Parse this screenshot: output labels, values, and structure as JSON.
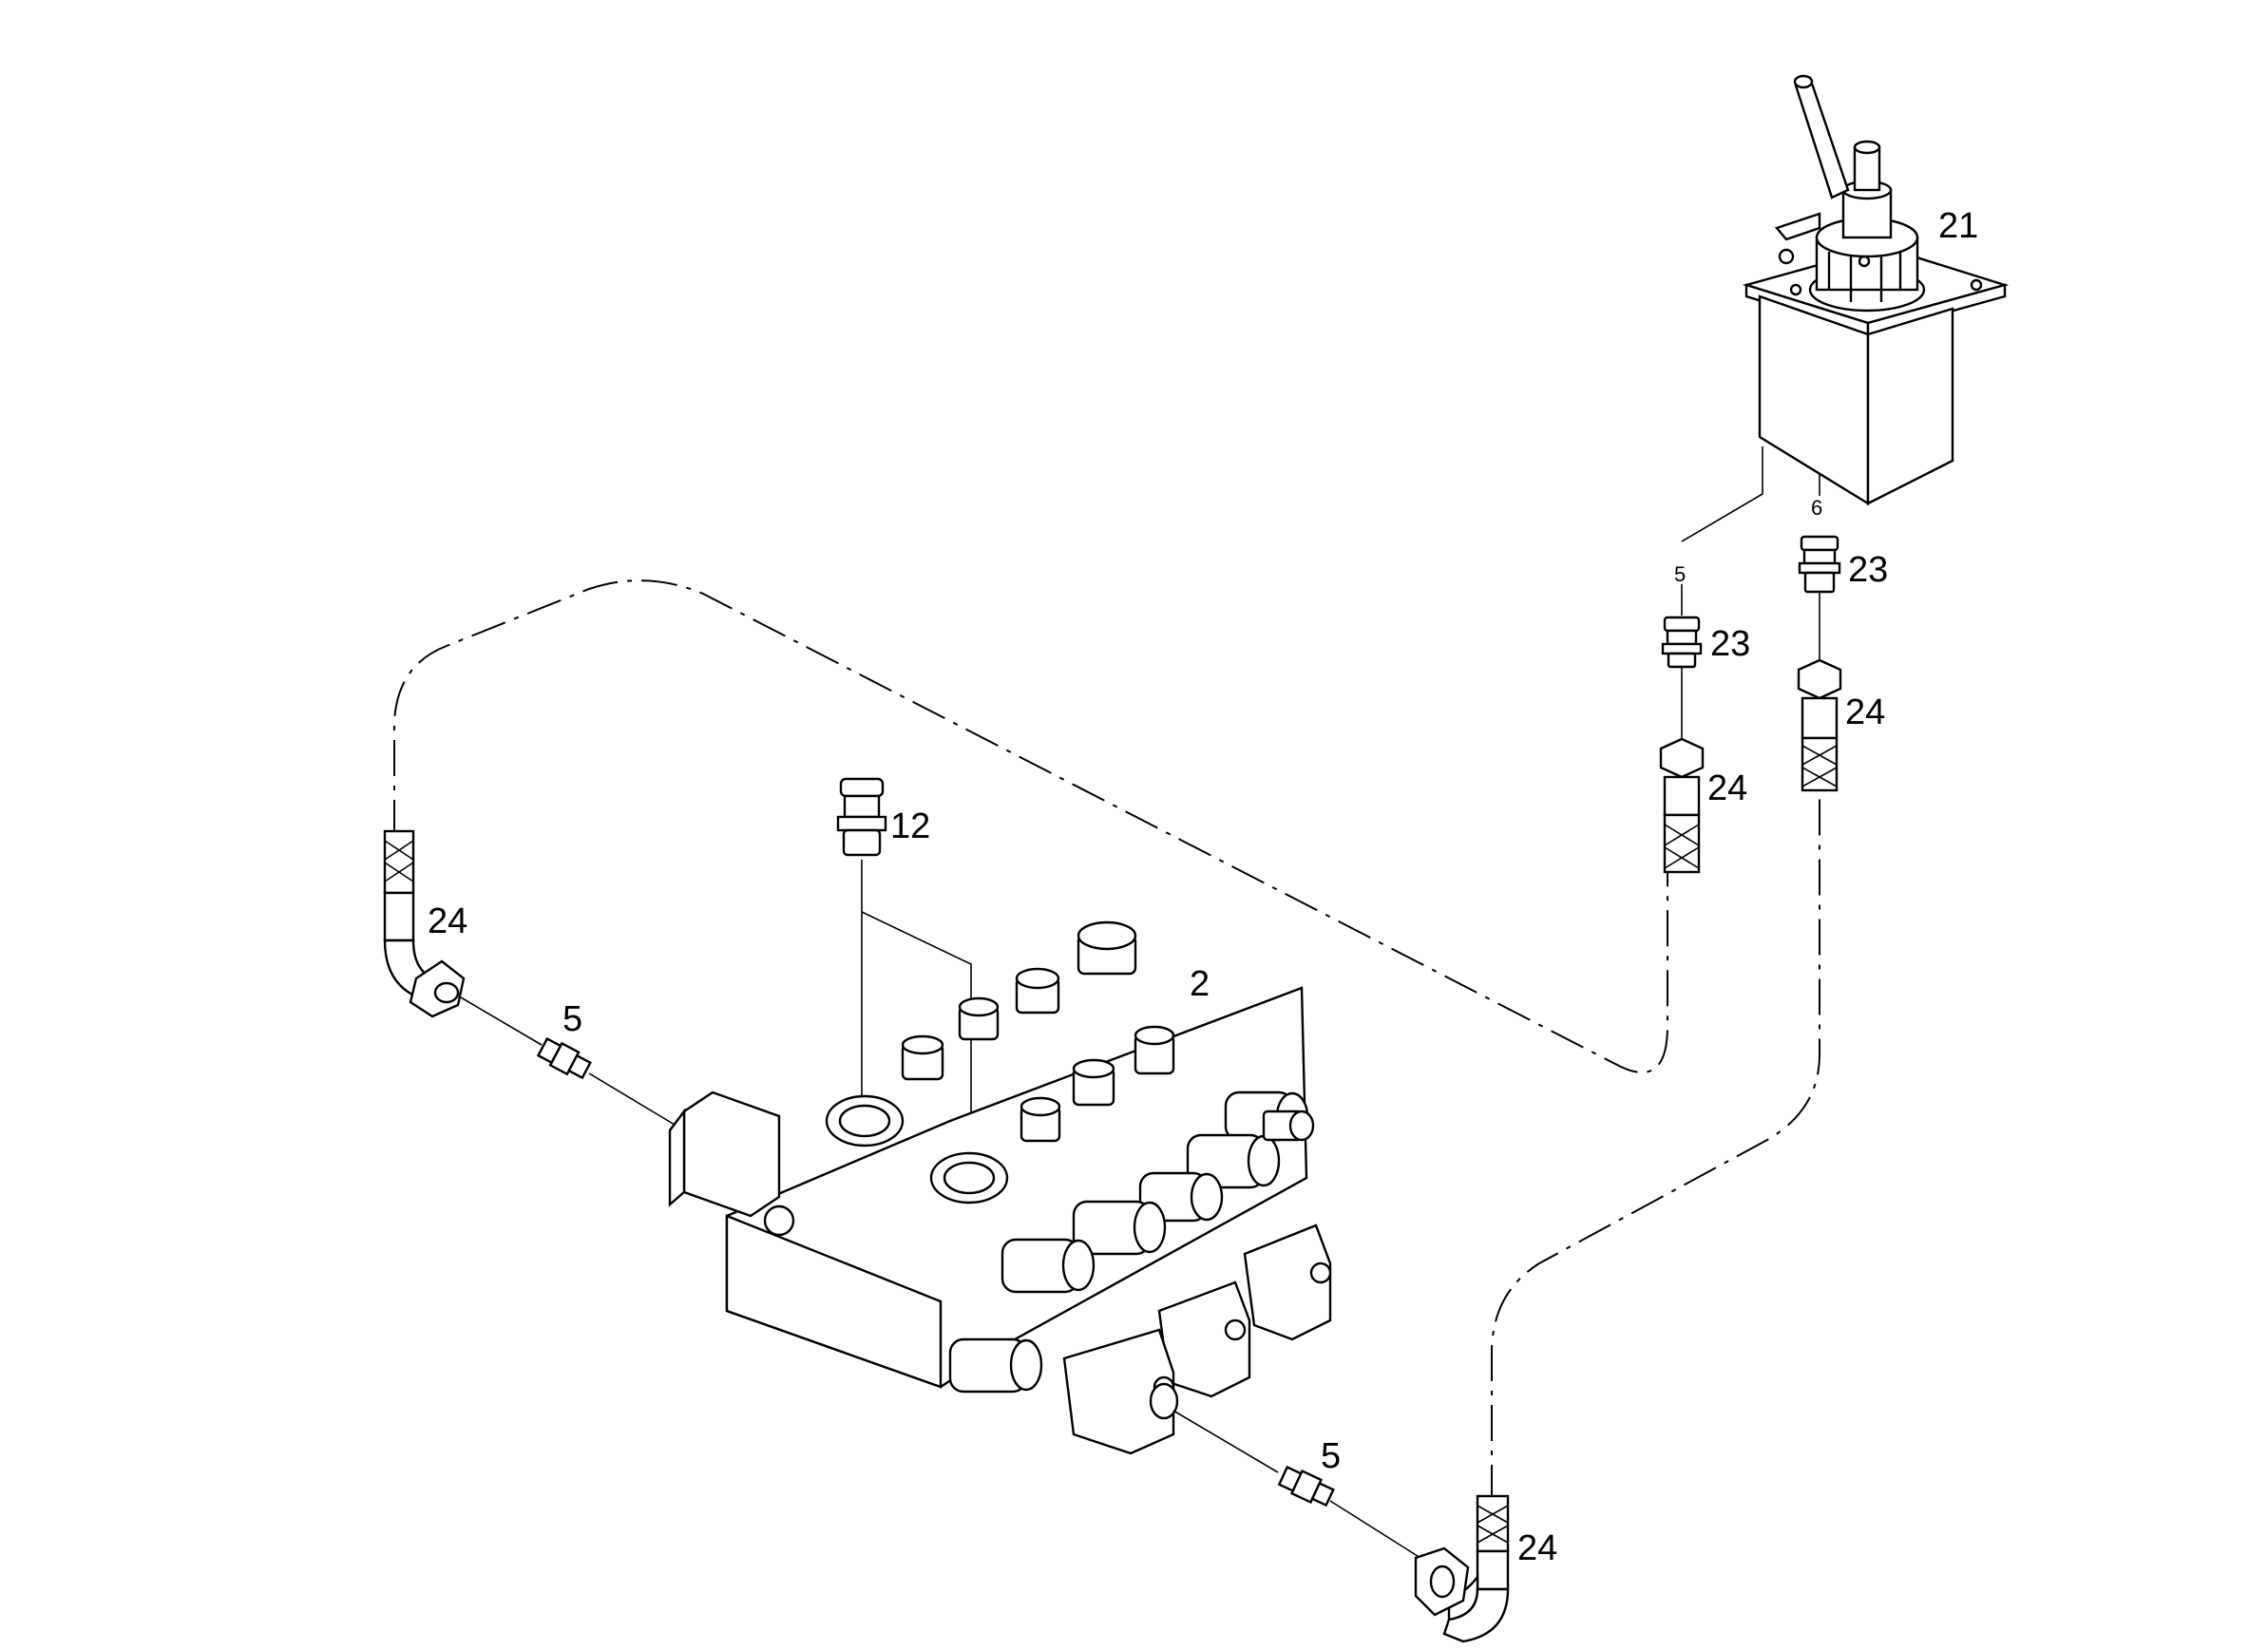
{
  "labels": {
    "joystick": "21",
    "port_left": "5",
    "port_right": "6",
    "adapter_left": "23",
    "adapter_right": "23",
    "hose_end_top_left": "24",
    "hose_end_top_right": "24",
    "plug": "12",
    "hose_end_far_left": "24",
    "fitting_left": "5",
    "valve_block": "2",
    "fitting_bottom": "5",
    "hose_end_bottom": "24"
  }
}
